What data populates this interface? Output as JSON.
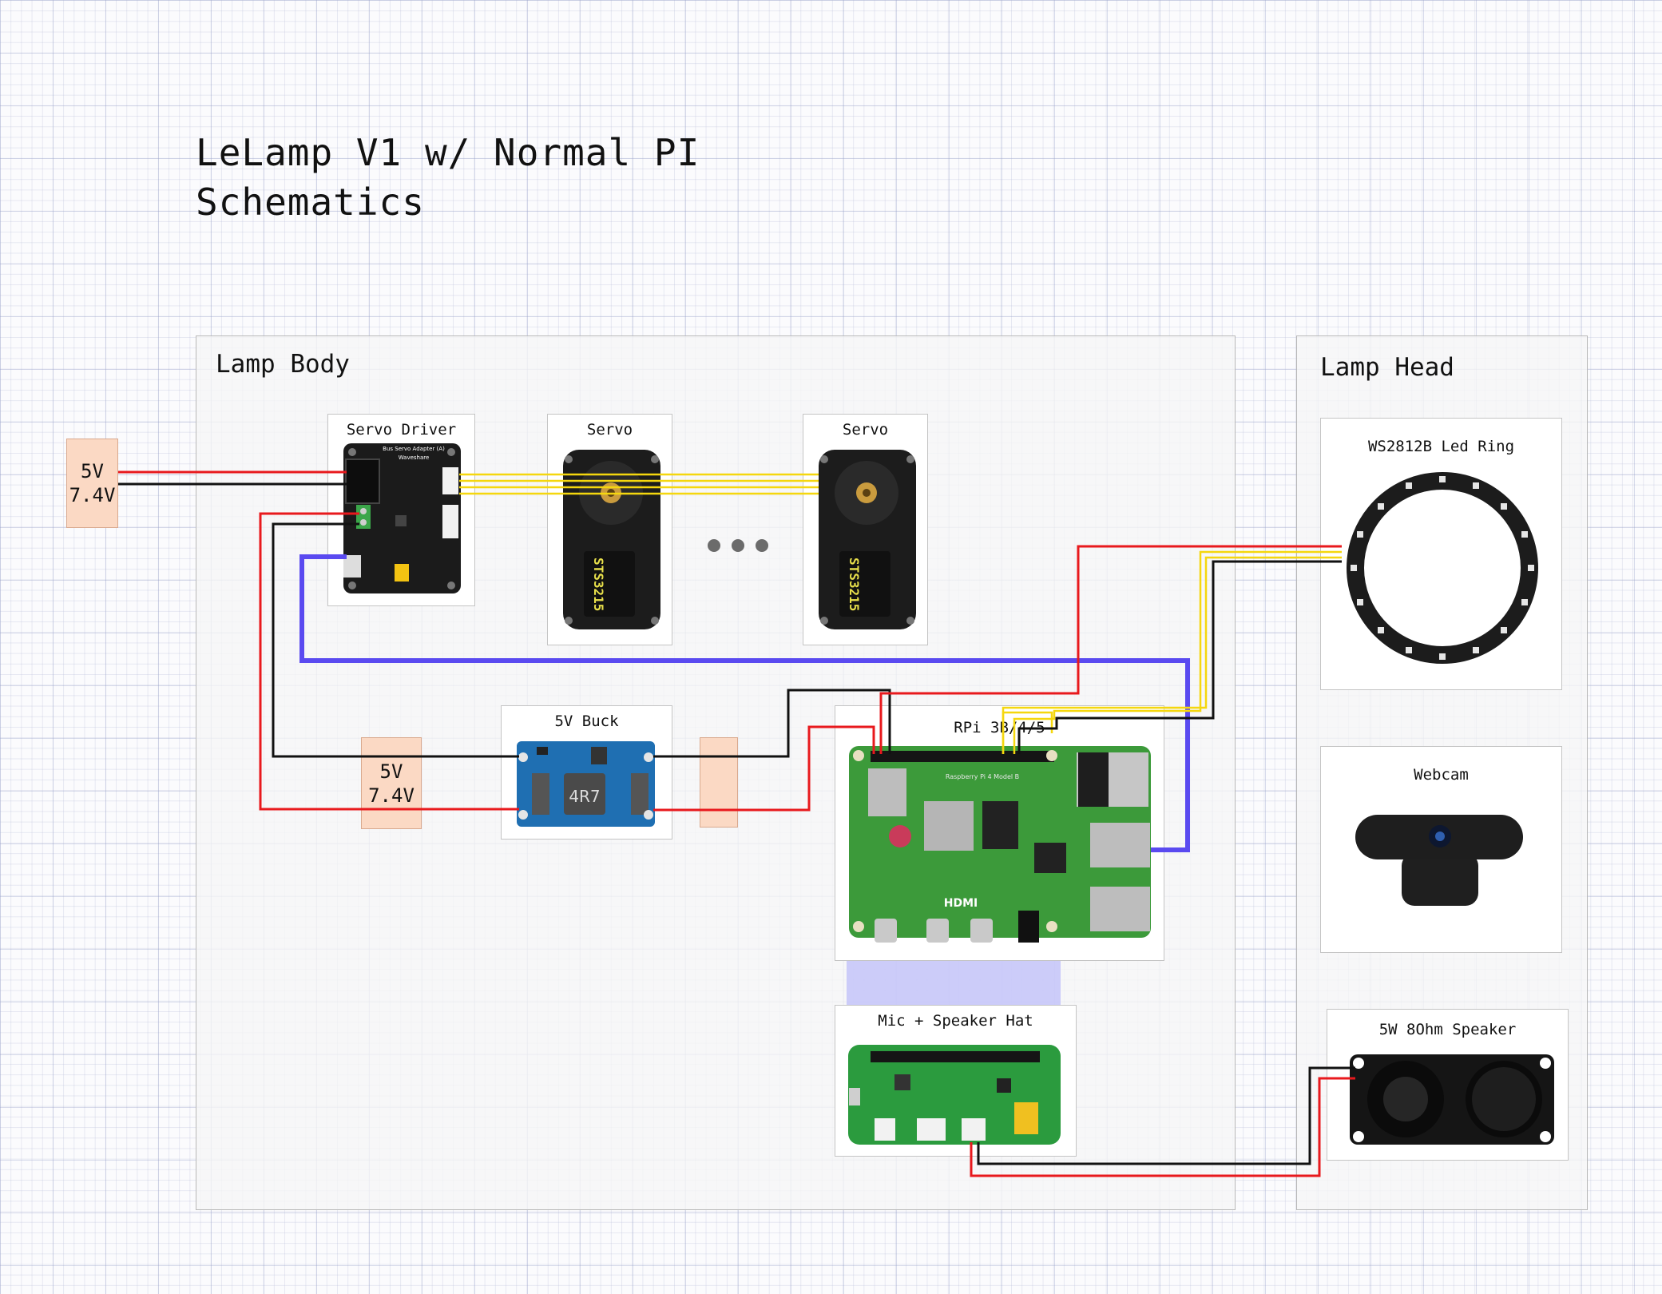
{
  "title": {
    "line1": "LeLamp V1 w/ Normal PI",
    "line2": "Schematics"
  },
  "regions": {
    "lamp_body": "Lamp Body",
    "lamp_head": "Lamp Head"
  },
  "components": {
    "servo_driver": "Servo Driver",
    "servo_driver_board_text": "Bus Servo Adapter (A)",
    "servo_driver_brand": "Waveshare",
    "servo_1": "Servo",
    "servo_2": "Servo",
    "servo_model": "STS3215",
    "buck": "5V Buck",
    "buck_inductor": "4R7",
    "rpi": "RPi 3B/4/5",
    "rpi_board_text": "Raspberry Pi 4 Model B",
    "rpi_hdmi": "HDMI",
    "mic_hat": "Mic + Speaker Hat",
    "led_ring": "WS2812B Led Ring",
    "webcam": "Webcam",
    "speaker": "5W 8Ohm Speaker"
  },
  "power_sources": {
    "external": {
      "volt1": "5V",
      "volt2": "7.4V"
    },
    "buck_input": {
      "volt1": "5V",
      "volt2": "7.4V"
    }
  },
  "colors": {
    "power_wire": "#e8191d",
    "ground_wire": "#111111",
    "signal_wire": "#f5d70e",
    "usb_wire": "#5a4af0",
    "power_box": "#fbd9c4",
    "pcb_green": "#3c9a3a",
    "buck_blue": "#1f6fb2"
  },
  "icons": [
    "servo-driver-board-icon",
    "servo-motor-icon",
    "buck-converter-icon",
    "raspberry-pi-board-icon",
    "audio-hat-board-icon",
    "led-ring-icon",
    "webcam-icon",
    "speaker-icon",
    "ellipsis-icon"
  ]
}
